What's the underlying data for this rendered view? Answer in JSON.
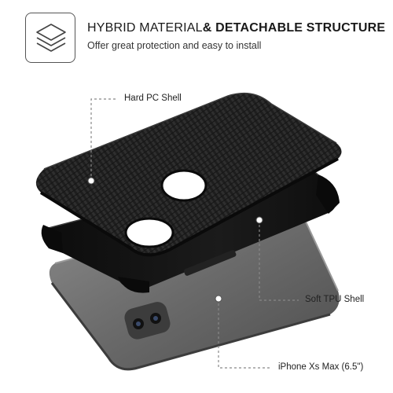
{
  "header": {
    "icon": "layers-icon",
    "title_part1": "HYBRID MATERIAL",
    "title_part2": "& DETACHABLE STRUCTURE",
    "subtitle": "Offer great protection and easy to install"
  },
  "callouts": {
    "hard_shell": "Hard PC Shell",
    "soft_shell": "Soft TPU Shell",
    "phone": "iPhone Xs Max (6.5\")"
  },
  "colors": {
    "carbon": "#1e1e1e",
    "tpu": "#121212",
    "phone": "#6e6e6e"
  }
}
